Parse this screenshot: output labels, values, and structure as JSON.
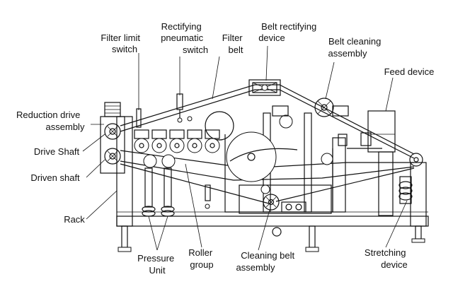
{
  "labels": {
    "filter_limit_switch": [
      "Filter limit",
      "switch"
    ],
    "rectifying_pneumatic_switch": [
      "Rectifying",
      "pneumatic",
      "switch"
    ],
    "filter_belt": [
      "Filter",
      "belt"
    ],
    "belt_rectifying_device": [
      "Belt rectifying",
      "device"
    ],
    "belt_cleaning_assembly": [
      "Belt cleaning",
      "assembly"
    ],
    "feed_device": [
      "Feed device"
    ],
    "reduction_drive_assembly": [
      "Reduction drive",
      "assembly"
    ],
    "drive_shaft": [
      "Drive Shaft"
    ],
    "driven_shaft": [
      "Driven shaft"
    ],
    "rack": [
      "Rack"
    ],
    "pressure_unit": [
      "Pressure",
      "Unit"
    ],
    "roller_group": [
      "Roller",
      "group"
    ],
    "cleaning_belt_assembly": [
      "Cleaning belt",
      "assembly"
    ],
    "stretching_device": [
      "Stretching",
      "device"
    ]
  },
  "colors": {
    "line": "#111111",
    "background": "#ffffff"
  }
}
